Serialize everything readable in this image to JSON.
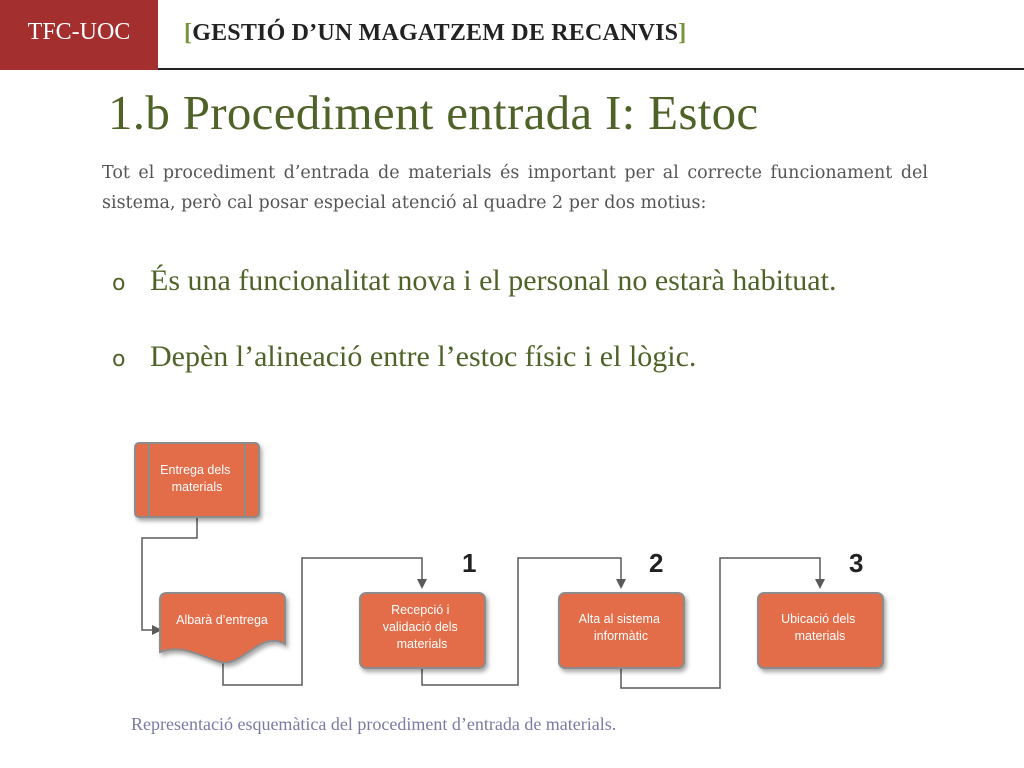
{
  "header": {
    "badge": "TFC-UOC",
    "bracket_open": "[",
    "title": "GESTIÓ D’UN MAGATZEM DE RECANVIS",
    "bracket_close": "]"
  },
  "slide": {
    "title": "1.b  Procediment entrada I: Estoc",
    "intro": "Tot el procediment d’entrada de materials és important per al correcte funcionament del sistema, però cal posar especial atenció al quadre 2 per dos motius:",
    "bullet_marker": "o",
    "bullets": [
      "És una funcionalitat nova i el personal no estarà habituat.",
      "Depèn l’alineació entre l’estoc físic i el lògic."
    ]
  },
  "diagram": {
    "nodes": {
      "entrega": [
        "Entrega dels",
        "materials"
      ],
      "albara": [
        "Albarà d’entrega"
      ],
      "recepcio": [
        "Recepció i",
        "validació dels",
        "materials"
      ],
      "alta": [
        "Alta al sistema",
        "informàtic"
      ],
      "ubicacio": [
        "Ubicació dels",
        "materials"
      ]
    },
    "step_numbers": [
      "1",
      "2",
      "3"
    ],
    "colors": {
      "box_fill": "#e36c4a",
      "box_stroke": "#8c8c8c",
      "connector": "#5a5a5a",
      "text": "#ffffff"
    }
  },
  "caption": "Representació esquemàtica del procediment d’entrada de materials."
}
